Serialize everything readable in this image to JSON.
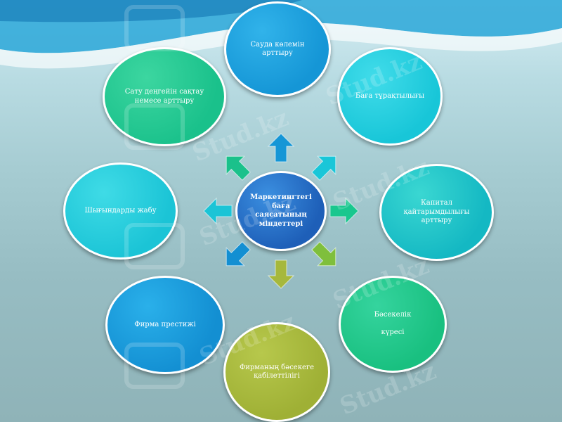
{
  "center": {
    "label": "Маркетингтегі\nбаға\nсаясатының\nміндеттері"
  },
  "nodes": [
    {
      "id": "top",
      "label": "Сауда көлемін\nарттыру"
    },
    {
      "id": "top-right",
      "label": "Баға тұрақтылығы"
    },
    {
      "id": "right",
      "label": "Капитал\nқайтарымдылығы\nарттыру"
    },
    {
      "id": "bottom-right",
      "label": "Бәсекелік\n\nкүресі"
    },
    {
      "id": "bottom",
      "label": "Фирманың бәсекеге\nқабілеттілігі"
    },
    {
      "id": "bottom-left",
      "label": "Фирма престижі"
    },
    {
      "id": "left",
      "label": "Шығындарды жабу"
    },
    {
      "id": "top-left",
      "label": "Сату деңгейін сақтау\nнемесе арттыру"
    }
  ],
  "colors": {
    "center": "#1e6fc4",
    "blue": "#1596d6",
    "cyan": "#1ccad8",
    "teal": "#19c78e",
    "lime": "#7fbf3c",
    "olive": "#a6b83c"
  },
  "watermark": {
    "text": "Stud.kz"
  }
}
